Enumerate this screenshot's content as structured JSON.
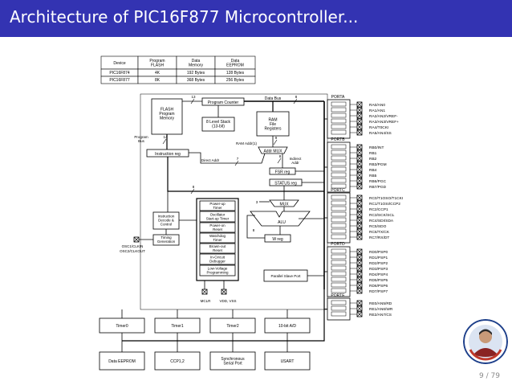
{
  "slide": {
    "title": "Architecture of PIC16F877 Microcontroller...",
    "page_number": "9 / 79",
    "accent_color": "#3333b2"
  },
  "table": {
    "headers": [
      "Device",
      "Program FLASH",
      "Data Memory",
      "Data EEPROM"
    ],
    "rows": [
      [
        "PIC16F874",
        "4K",
        "192 Bytes",
        "128 Bytes"
      ],
      [
        "PIC16F877",
        "8K",
        "368 Bytes",
        "256 Bytes"
      ]
    ]
  },
  "blocks": {
    "flash": [
      "FLASH",
      "Program",
      "Memory"
    ],
    "program_counter": "Program Counter",
    "stack": [
      "8 Level Stack",
      "(13-bit)"
    ],
    "ram": [
      "RAM",
      "File",
      "Registers"
    ],
    "program_bus": [
      "Program",
      "Bus"
    ],
    "instruction_reg": "Instruction reg",
    "ram_addr": "RAM Addr",
    "ram_addr_sup": "(1)",
    "addr_mux": "Addr MUX",
    "direct_addr": "Direct Addr",
    "indirect_addr": [
      "Indirect",
      "Addr"
    ],
    "fsr_reg": "FSR reg",
    "status_reg": "STATUS reg",
    "mux": "MUX",
    "alu": "ALU",
    "w_reg": "W reg",
    "decode": [
      "Instruction",
      "Decode &",
      "Control"
    ],
    "timing": [
      "Timing",
      "Generation"
    ],
    "osc1": "OSC1/CLKIN",
    "osc2": "OSC2/CLKOUT",
    "support": [
      [
        "Power-up",
        "Timer"
      ],
      [
        "Oscillator",
        "Start-up Timer"
      ],
      [
        "Power-on",
        "Reset"
      ],
      [
        "Watchdog",
        "Timer"
      ],
      [
        "Brown-out",
        "Reset"
      ],
      [
        "In-Circuit",
        "Debugger"
      ],
      [
        "Low-Voltage",
        "Programming"
      ]
    ],
    "parallel_slave": "Parallel Slave Port",
    "mclr": "MCLR",
    "vdd_vss": "VDD, VSS",
    "data_bus": "Data Bus"
  },
  "bus_widths": {
    "pc_addr": "13",
    "data_bus": "8",
    "prog_bus": "14",
    "ram_addr": "9",
    "direct_addr": "7",
    "indirect_addr": "8",
    "instr_to_bus": "8",
    "mux_in": "3",
    "alu_w": "8"
  },
  "ports": [
    {
      "name": "PORTA",
      "pins": [
        "RA0/AN0",
        "RA1/AN1",
        "RA2/AN2/VREF-",
        "RA3/AN3/VREF+",
        "RA4/T0CKI",
        "RA5/AN4/SS"
      ]
    },
    {
      "name": "PORTB",
      "pins": [
        "RB0/INT",
        "RB1",
        "RB2",
        "RB3/PGM",
        "RB4",
        "RB5",
        "RB6/PGC",
        "RB7/PGD"
      ]
    },
    {
      "name": "PORTC",
      "pins": [
        "RC0/T1OSO/T1CKI",
        "RC1/T1OSI/CCP2",
        "RC2/CCP1",
        "RC3/SCK/SCL",
        "RC4/SDI/SDA",
        "RC5/SDO",
        "RC6/TX/CK",
        "RC7/RX/DT"
      ]
    },
    {
      "name": "PORTD",
      "pins": [
        "RD0/PSP0",
        "RD1/PSP1",
        "RD2/PSP2",
        "RD3/PSP3",
        "RD4/PSP4",
        "RD5/PSP5",
        "RD6/PSP6",
        "RD7/PSP7"
      ]
    },
    {
      "name": "PORTE",
      "pins": [
        "RE0/AN5/RD",
        "RE1/AN6/WR",
        "RE2/AN7/CS"
      ]
    }
  ],
  "peripherals_row1": [
    "Timer0",
    "Timer1",
    "Timer2",
    "10-bit A/D"
  ],
  "peripherals_row2": [
    "Data EEPROM",
    "CCP1,2",
    [
      "Synchronous",
      "Serial Port"
    ],
    "USART"
  ]
}
